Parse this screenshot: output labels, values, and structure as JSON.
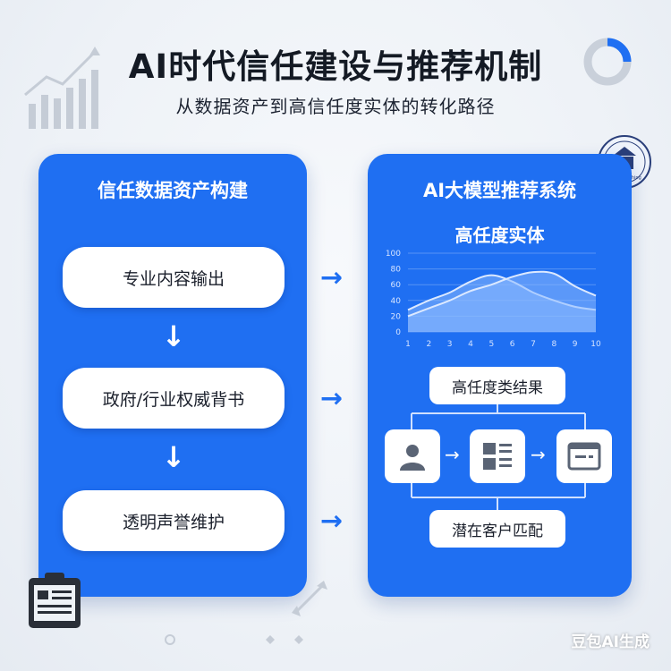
{
  "header": {
    "title": "AI时代信任建设与推荐机制",
    "subtitle": "从数据资产到高信任度实体的转化路径"
  },
  "left_panel": {
    "title": "信任数据资产构建",
    "steps": [
      "专业内容输出",
      "政府/行业权威背书",
      "透明声誉维护"
    ],
    "arrow_glyph": "↓"
  },
  "right_panel": {
    "title": "AI大模型推荐系统",
    "chart_title": "高任度实体",
    "result_label": "高任度类结果",
    "match_label": "潜在客户匹配",
    "flow_arrow": "→"
  },
  "connector_arrow": "→",
  "seal": {
    "text": "AIInUnitTishing"
  },
  "watermark": "豆包AI生成",
  "colors": {
    "panel": "#1f6ff2",
    "chart_fill": "#7fb0ff",
    "chart_line": "#dce9ff"
  },
  "icons": [
    "user-icon",
    "grid-icon",
    "document-icon",
    "clipboard-icon",
    "pie-icon",
    "growth-chart-icon",
    "seal-icon",
    "diagonal-arrows-icon"
  ],
  "chart_data": {
    "type": "area",
    "title": "",
    "x": [
      1,
      2,
      3,
      4,
      5,
      6,
      7,
      8,
      9,
      10
    ],
    "x_ticks": [
      "1",
      "2",
      "3",
      "4",
      "5",
      "6",
      "7",
      "8",
      "9",
      "10"
    ],
    "y_ticks": [
      "0",
      "20",
      "40",
      "60",
      "80",
      "100"
    ],
    "ylim": [
      0,
      100
    ],
    "grid": true,
    "series": [
      {
        "values": [
          28,
          40,
          50,
          64,
          72,
          64,
          50,
          40,
          32,
          28
        ]
      },
      {
        "values": [
          20,
          30,
          40,
          52,
          60,
          70,
          76,
          74,
          58,
          46
        ]
      }
    ]
  }
}
